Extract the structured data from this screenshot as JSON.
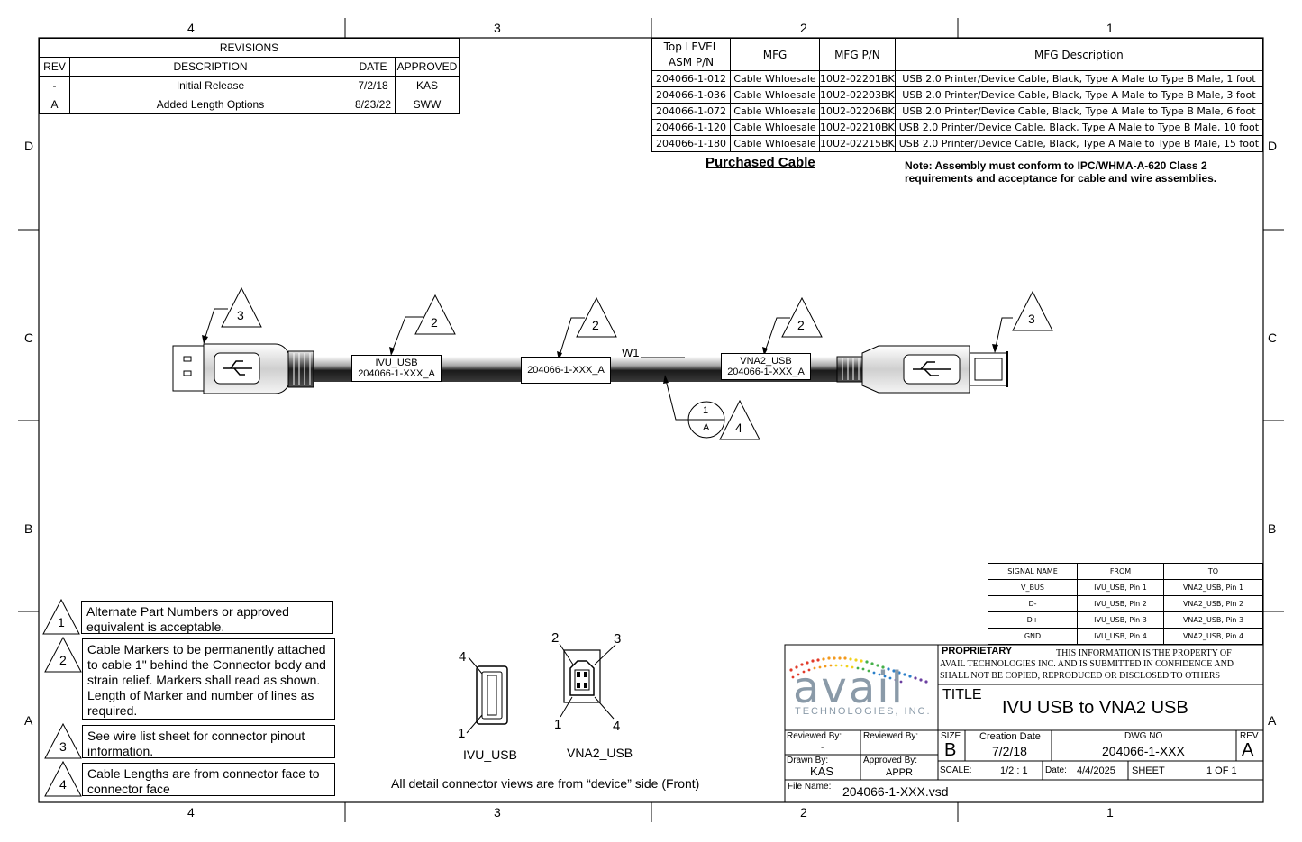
{
  "zones": {
    "cols": [
      "4",
      "3",
      "2",
      "1"
    ],
    "rows": [
      "D",
      "C",
      "B",
      "A"
    ]
  },
  "revisions": {
    "title": "REVISIONS",
    "headers": [
      "REV",
      "DESCRIPTION",
      "DATE",
      "APPROVED"
    ],
    "rows": [
      [
        "-",
        "Initial Release",
        "7/2/18",
        "KAS"
      ],
      [
        "A",
        "Added Length Options",
        "8/23/22",
        "SWW"
      ]
    ]
  },
  "mfg_table": {
    "headers": [
      "Top LEVEL ASM P/N",
      "MFG",
      "MFG P/N",
      "MFG Description"
    ],
    "rows": [
      [
        "204066-1-012",
        "Cable Whloesale",
        "10U2-02201BK",
        "USB 2.0 Printer/Device Cable, Black, Type A Male to Type B Male, 1 foot"
      ],
      [
        "204066-1-036",
        "Cable Whloesale",
        "10U2-02203BK",
        "USB 2.0 Printer/Device Cable, Black, Type A Male to Type B Male, 3 foot"
      ],
      [
        "204066-1-072",
        "Cable Whloesale",
        "10U2-02206BK",
        "USB 2.0 Printer/Device Cable, Black, Type A Male to Type B Male, 6 foot"
      ],
      [
        "204066-1-120",
        "Cable Whloesale",
        "10U2-02210BK",
        "USB 2.0 Printer/Device Cable, Black, Type A Male to Type B Male, 10 foot"
      ],
      [
        "204066-1-180",
        "Cable Whloesale",
        "10U2-02215BK",
        "USB 2.0 Printer/Device Cable, Black, Type A Male to Type B Male, 15 foot"
      ]
    ],
    "caption": "Purchased Cable"
  },
  "assembly_note": "Note: Assembly must conform to IPC/WHMA-A-620 Class 2 requirements and acceptance for cable and wire assemblies.",
  "cable": {
    "wire_label": "W1",
    "marker_left": [
      "IVU_USB",
      "204066-1-XXX_A"
    ],
    "marker_mid": [
      "204066-1-XXX_A"
    ],
    "marker_right": [
      "VNA2_USB",
      "204066-1-XXX_A"
    ],
    "callout_nums": {
      "three": "3",
      "two": "2",
      "four": "4"
    },
    "item_balloon": {
      "top": "1",
      "bottom": "A"
    }
  },
  "wire_list": {
    "headers": [
      "SIGNAL NAME",
      "FROM",
      "TO"
    ],
    "rows": [
      [
        "V_BUS",
        "IVU_USB, Pin 1",
        "VNA2_USB, Pin 1"
      ],
      [
        "D-",
        "IVU_USB, Pin 2",
        "VNA2_USB, Pin 2"
      ],
      [
        "D+",
        "IVU_USB, Pin 3",
        "VNA2_USB, Pin 3"
      ],
      [
        "GND",
        "IVU_USB, Pin 4",
        "VNA2_USB, Pin 4"
      ]
    ]
  },
  "notes": [
    {
      "num": "1",
      "text": "Alternate Part Numbers or approved equivalent is acceptable."
    },
    {
      "num": "2",
      "text": "Cable Markers to be permanently attached to cable 1\" behind the Connector body and strain relief. Markers shall read as shown. Length of Marker and number of lines as required."
    },
    {
      "num": "3",
      "text": "See wire list sheet for connector pinout information."
    },
    {
      "num": "4",
      "text": "Cable Lengths are from connector face to connector face"
    }
  ],
  "connector_views": {
    "left_label": "IVU_USB",
    "right_label": "VNA2_USB",
    "left_pins": {
      "top": "4",
      "bottom": "1"
    },
    "right_pins": {
      "tl": "2",
      "tr": "3",
      "bl": "1",
      "br": "4"
    },
    "caption": "All detail connector views are from “device” side (Front)"
  },
  "title_block": {
    "logo_word": "avail",
    "logo_sub": "TECHNOLOGIES, INC.",
    "proprietary_label": "PROPRIETARY",
    "proprietary_text_1": "THIS INFORMATION IS THE PROPERTY OF",
    "proprietary_text_2": "AVAIL TECHNOLOGIES INC. AND IS SUBMITTED IN CONFIDENCE AND",
    "proprietary_text_3": "SHALL NOT BE COPIED, REPRODUCED OR DISCLOSED TO OTHERS",
    "title_label": "TITLE",
    "title": "IVU USB to VNA2 USB",
    "reviewed_by_label": "Reviewed By:",
    "reviewed_by_1": "-",
    "reviewed_by_2_label": "Reviewed By:",
    "drawn_by_label": "Drawn By:",
    "drawn_by": "KAS",
    "approved_by_label": "Approved By:",
    "approved_by": "APPR",
    "size_label": "SIZE",
    "size": "B",
    "creation_date_label": "Creation Date",
    "creation_date": "7/2/18",
    "dwg_no_label": "DWG NO",
    "dwg_no": "204066-1-XXX",
    "rev_label": "REV",
    "rev": "A",
    "scale_label": "SCALE:",
    "scale": "1/2 : 1",
    "date_label": "Date:",
    "date": "4/4/2025",
    "sheet_label": "SHEET",
    "sheet": "1 OF 1",
    "file_name_label": "File Name:",
    "file_name": "204066-1-XXX.vsd"
  },
  "colors": {
    "line": "#000000",
    "logo_text": "#8a9aa8"
  }
}
